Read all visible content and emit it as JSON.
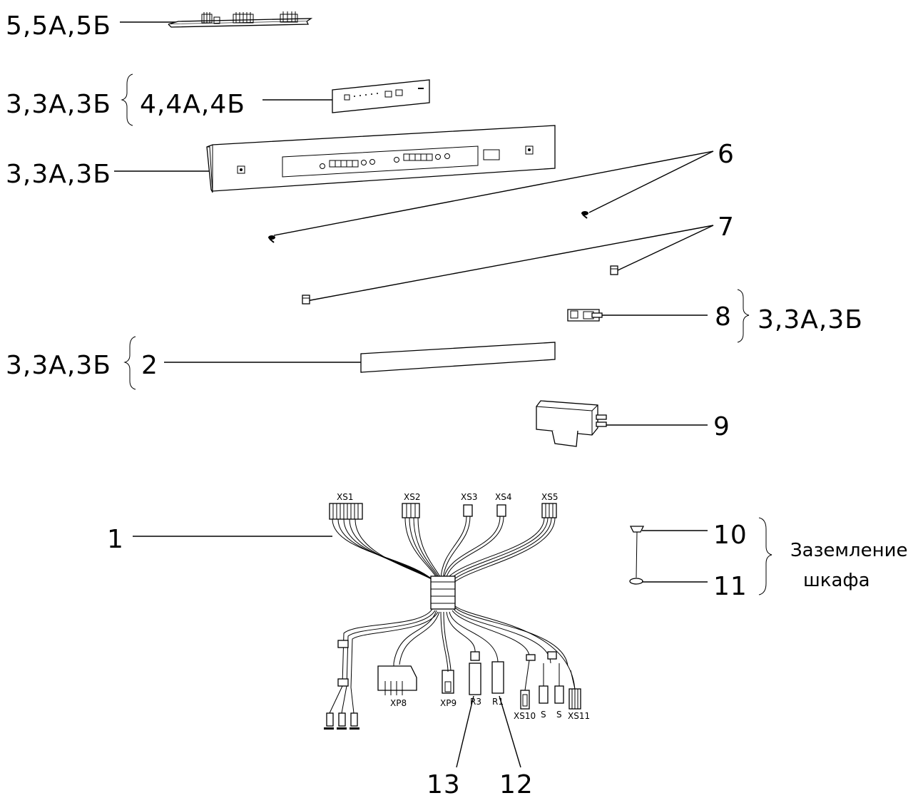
{
  "labels": {
    "l_5": "5,5А,5Б",
    "l_3_top": "3,3А,3Б",
    "l_4": "4,4А,4Б",
    "l_3_mid": "3,3А,3Б",
    "l_6": "6",
    "l_7": "7",
    "l_8": "8",
    "l_3_right": "3,3А,3Б",
    "l_3_bottom": "3,3А,3Б",
    "l_2": "2",
    "l_9": "9",
    "l_1": "1",
    "l_10": "10",
    "l_11": "11",
    "ground_line1": "Заземление",
    "ground_line2": "шкафа",
    "l_13": "13",
    "l_12": "12"
  },
  "connectors": {
    "xs1": "XS1",
    "xs2": "XS2",
    "xs3": "XS3",
    "xs4": "XS4",
    "xs5": "XS5",
    "xp8": "XP8",
    "xp9": "XP9",
    "r3": "R3",
    "r1": "R1",
    "xs10": "XS10",
    "s1": "S",
    "s2": "S",
    "xs11": "XS11"
  }
}
